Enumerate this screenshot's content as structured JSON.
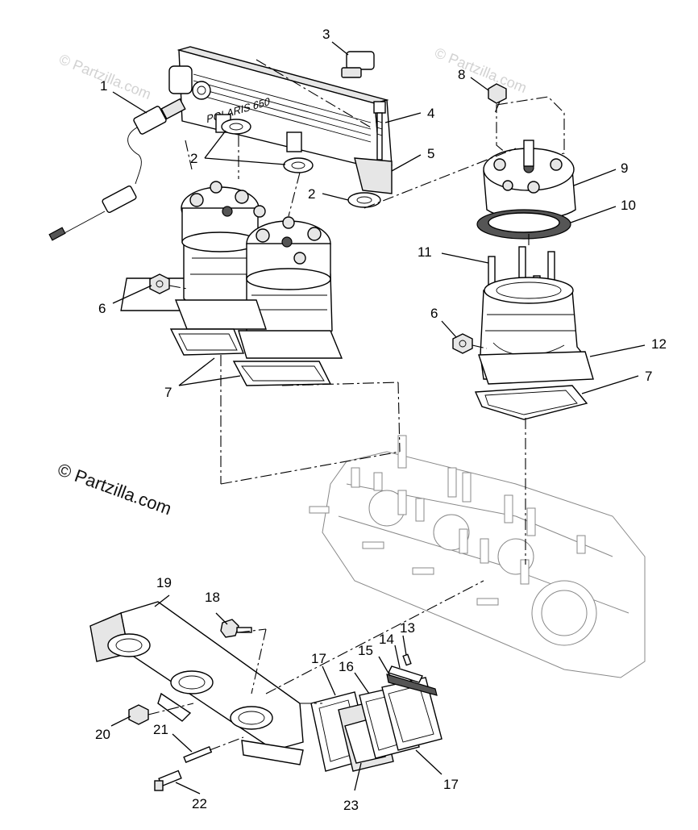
{
  "watermarks": {
    "main": "© Partzilla.com",
    "faint_1": "© Partzilla.com",
    "faint_2": "© Partzilla.com"
  },
  "callouts": [
    {
      "id": "1",
      "label": "1"
    },
    {
      "id": "2a",
      "label": "2"
    },
    {
      "id": "2b",
      "label": "2"
    },
    {
      "id": "3",
      "label": "3"
    },
    {
      "id": "4",
      "label": "4"
    },
    {
      "id": "5",
      "label": "5"
    },
    {
      "id": "6a",
      "label": "6"
    },
    {
      "id": "6b",
      "label": "6"
    },
    {
      "id": "7a",
      "label": "7"
    },
    {
      "id": "7b",
      "label": "7"
    },
    {
      "id": "8",
      "label": "8"
    },
    {
      "id": "9",
      "label": "9"
    },
    {
      "id": "10",
      "label": "10"
    },
    {
      "id": "11",
      "label": "11"
    },
    {
      "id": "12",
      "label": "12"
    },
    {
      "id": "13",
      "label": "13"
    },
    {
      "id": "14",
      "label": "14"
    },
    {
      "id": "15",
      "label": "15"
    },
    {
      "id": "16",
      "label": "16"
    },
    {
      "id": "17a",
      "label": "17"
    },
    {
      "id": "17b",
      "label": "17"
    },
    {
      "id": "18",
      "label": "18"
    },
    {
      "id": "19",
      "label": "19"
    },
    {
      "id": "20",
      "label": "20"
    },
    {
      "id": "21",
      "label": "21"
    },
    {
      "id": "22",
      "label": "22"
    },
    {
      "id": "23",
      "label": "23"
    }
  ],
  "parts": {
    "exhaust_manifold": {
      "name": "exhaust-manifold",
      "cast_text": "POLARIS 650"
    }
  }
}
